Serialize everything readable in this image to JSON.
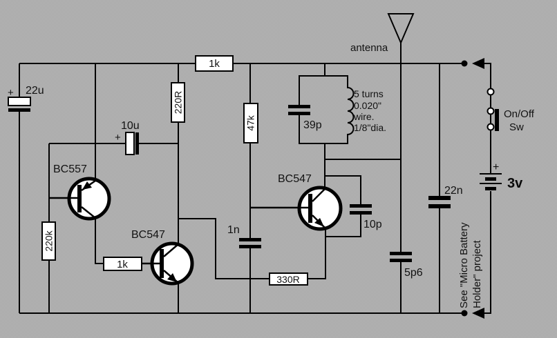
{
  "colors": {
    "background": "#b0b0b0",
    "wire": "#000000",
    "component_fill": "#ffffff",
    "text": "#121212"
  },
  "transistors": {
    "q1": "BC557",
    "q2": "BC547",
    "q3": "BC547"
  },
  "resistors": {
    "supply_1k": "1k",
    "collector_220r": "220R",
    "bias_220k": "220k",
    "base_1k": "1k",
    "osc_47k": "47k",
    "emitter_330r": "330R"
  },
  "capacitors": {
    "c22u": "22u",
    "c10u": "10u",
    "c39p": "39p",
    "c1n": "1n",
    "c10p": "10p",
    "c5p6": "5p6",
    "c22n": "22n"
  },
  "polarity": {
    "c22u": "+",
    "c10u": "+",
    "battery": "+"
  },
  "antenna": {
    "label": "antenna"
  },
  "coil": {
    "line1": "5 turns",
    "line2": "0.020\"",
    "line3": "wire.",
    "line4": "1/8\"dia."
  },
  "switch": {
    "line1": "On/Off",
    "line2": "Sw"
  },
  "battery": {
    "voltage": "3v"
  },
  "note": {
    "line1": "See \"Micro Battery",
    "line2": "Holder\" project"
  }
}
